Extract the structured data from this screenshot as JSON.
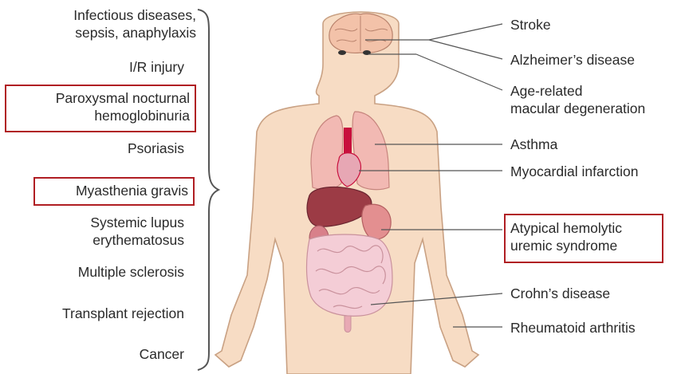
{
  "left_labels": [
    {
      "lines": [
        "Infectious diseases,",
        "sepsis, anaphylaxis"
      ],
      "highlighted": false
    },
    {
      "lines": [
        "I/R injury"
      ],
      "highlighted": false
    },
    {
      "lines": [
        "Paroxysmal nocturnal",
        "hemoglobinuria"
      ],
      "highlighted": true
    },
    {
      "lines": [
        "Psoriasis"
      ],
      "highlighted": false
    },
    {
      "lines": [
        "Myasthenia gravis"
      ],
      "highlighted": true
    },
    {
      "lines": [
        "Systemic lupus",
        "erythematosus"
      ],
      "highlighted": false
    },
    {
      "lines": [
        "Multiple sclerosis"
      ],
      "highlighted": false
    },
    {
      "lines": [
        "Transplant rejection"
      ],
      "highlighted": false
    },
    {
      "lines": [
        "Cancer"
      ],
      "highlighted": false
    }
  ],
  "right_labels": [
    {
      "lines": [
        "Stroke"
      ],
      "highlighted": false
    },
    {
      "lines": [
        "Alzheimer’s disease"
      ],
      "highlighted": false
    },
    {
      "lines": [
        "Age-related",
        "macular degeneration"
      ],
      "highlighted": false
    },
    {
      "lines": [
        "Asthma"
      ],
      "highlighted": false
    },
    {
      "lines": [
        "Myocardial infarction"
      ],
      "highlighted": false
    },
    {
      "lines": [
        "Atypical hemolytic",
        "uremic syndrome"
      ],
      "highlighted": true
    },
    {
      "lines": [
        "Crohn’s disease"
      ],
      "highlighted": false
    },
    {
      "lines": [
        "Rheumatoid arthritis"
      ],
      "highlighted": false
    }
  ],
  "colors": {
    "highlight_border": "#b01e23",
    "skin": "#f7dcc4",
    "skin_outline": "#c9a183",
    "lung": "#f2b9b3",
    "liver": "#9c3b45",
    "intestine": "#f4cdd6",
    "heart": "#c8103d",
    "brain": "#f3c2a9",
    "line": "#555555"
  },
  "icons": [
    "left-curly-brace",
    "human-body-figure"
  ]
}
